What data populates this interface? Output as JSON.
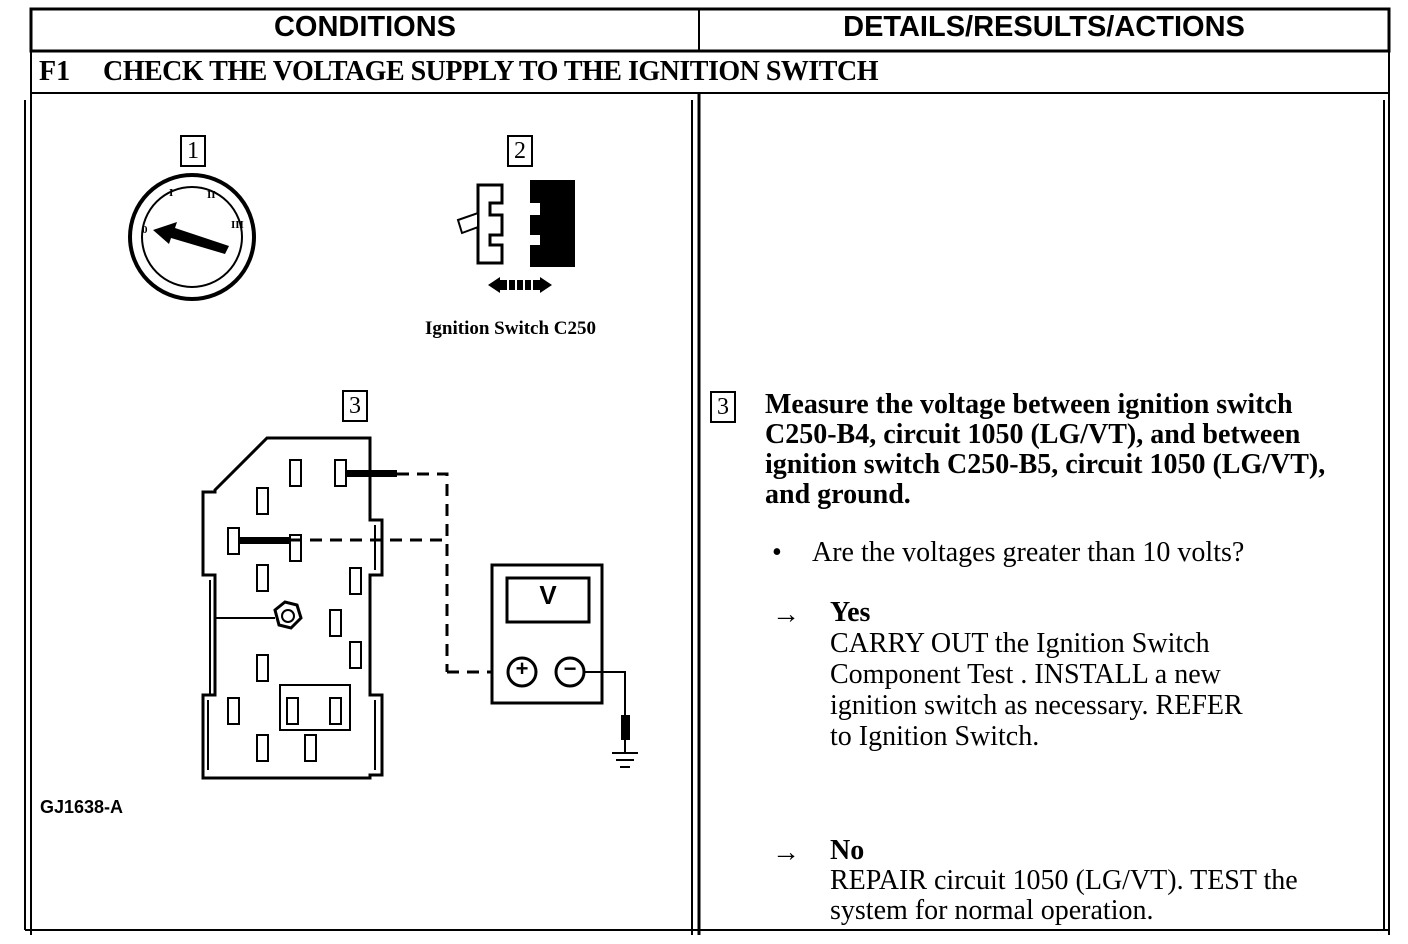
{
  "header": {
    "conditions": "CONDITIONS",
    "details": "DETAILS/RESULTS/ACTIONS"
  },
  "step": {
    "id": "F1",
    "title": "CHECK THE VOLTAGE SUPPLY TO THE IGNITION SWITCH"
  },
  "figure": {
    "callout1": "1",
    "callout2": "2",
    "callout3": "3",
    "connector_caption": "Ignition Switch C250",
    "meter_label": "V",
    "plus": "+",
    "minus": "−",
    "figure_code": "GJ1638-A"
  },
  "details": {
    "callout": "3",
    "instruction_lines": [
      "Measure the voltage between ignition switch",
      "C250-B4, circuit 1050 (LG/VT), and between",
      "ignition switch C250-B5, circuit 1050 (LG/VT),",
      "and ground."
    ],
    "bullet": "•",
    "question": "Are the voltages greater than 10 volts?",
    "arrow": "→",
    "yes_label": "Yes",
    "yes_lines": [
      "CARRY OUT the Ignition Switch",
      "Component Test . INSTALL a new",
      "ignition switch as necessary. REFER",
      "to Ignition Switch."
    ],
    "no_label": "No",
    "no_lines": [
      "REPAIR circuit 1050 (LG/VT). TEST the",
      "system for normal operation."
    ]
  }
}
